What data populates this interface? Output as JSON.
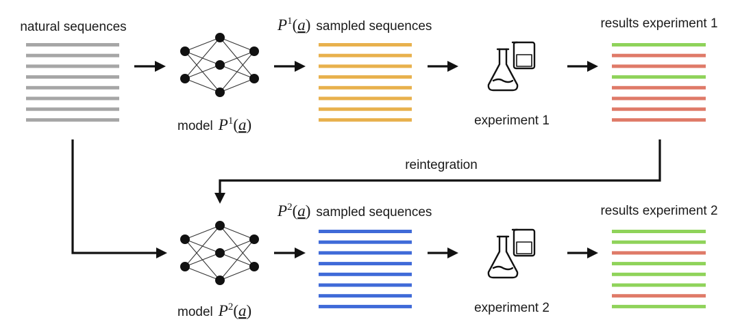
{
  "labels": {
    "natural": "natural sequences",
    "sampled": "sampled sequences",
    "model": "model",
    "math_symbol": "P",
    "math_arg": "a",
    "reintegration": "reintegration",
    "results1": "results experiment 1",
    "results2": "results experiment 2",
    "experiment1": "experiment 1",
    "experiment2": "experiment 2",
    "sup1": "1",
    "sup2": "2"
  },
  "colors": {
    "natural": "#a6a6a6",
    "sampled1": "#e8b14d",
    "sampled2": "#3f6ad8",
    "good": "#8fd35a",
    "bad": "#df7a68"
  },
  "stacks": {
    "natural": [
      "natural",
      "natural",
      "natural",
      "natural",
      "natural",
      "natural",
      "natural",
      "natural"
    ],
    "sampled1": [
      "sampled1",
      "sampled1",
      "sampled1",
      "sampled1",
      "sampled1",
      "sampled1",
      "sampled1",
      "sampled1"
    ],
    "results1": [
      "good",
      "bad",
      "bad",
      "good",
      "bad",
      "bad",
      "bad",
      "bad"
    ],
    "sampled2": [
      "sampled2",
      "sampled2",
      "sampled2",
      "sampled2",
      "sampled2",
      "sampled2",
      "sampled2",
      "sampled2"
    ],
    "results2": [
      "good",
      "good",
      "bad",
      "good",
      "good",
      "good",
      "bad",
      "good"
    ]
  },
  "icons": {
    "network": "neural-network-icon",
    "lab": "lab-flask-beaker-icon"
  }
}
